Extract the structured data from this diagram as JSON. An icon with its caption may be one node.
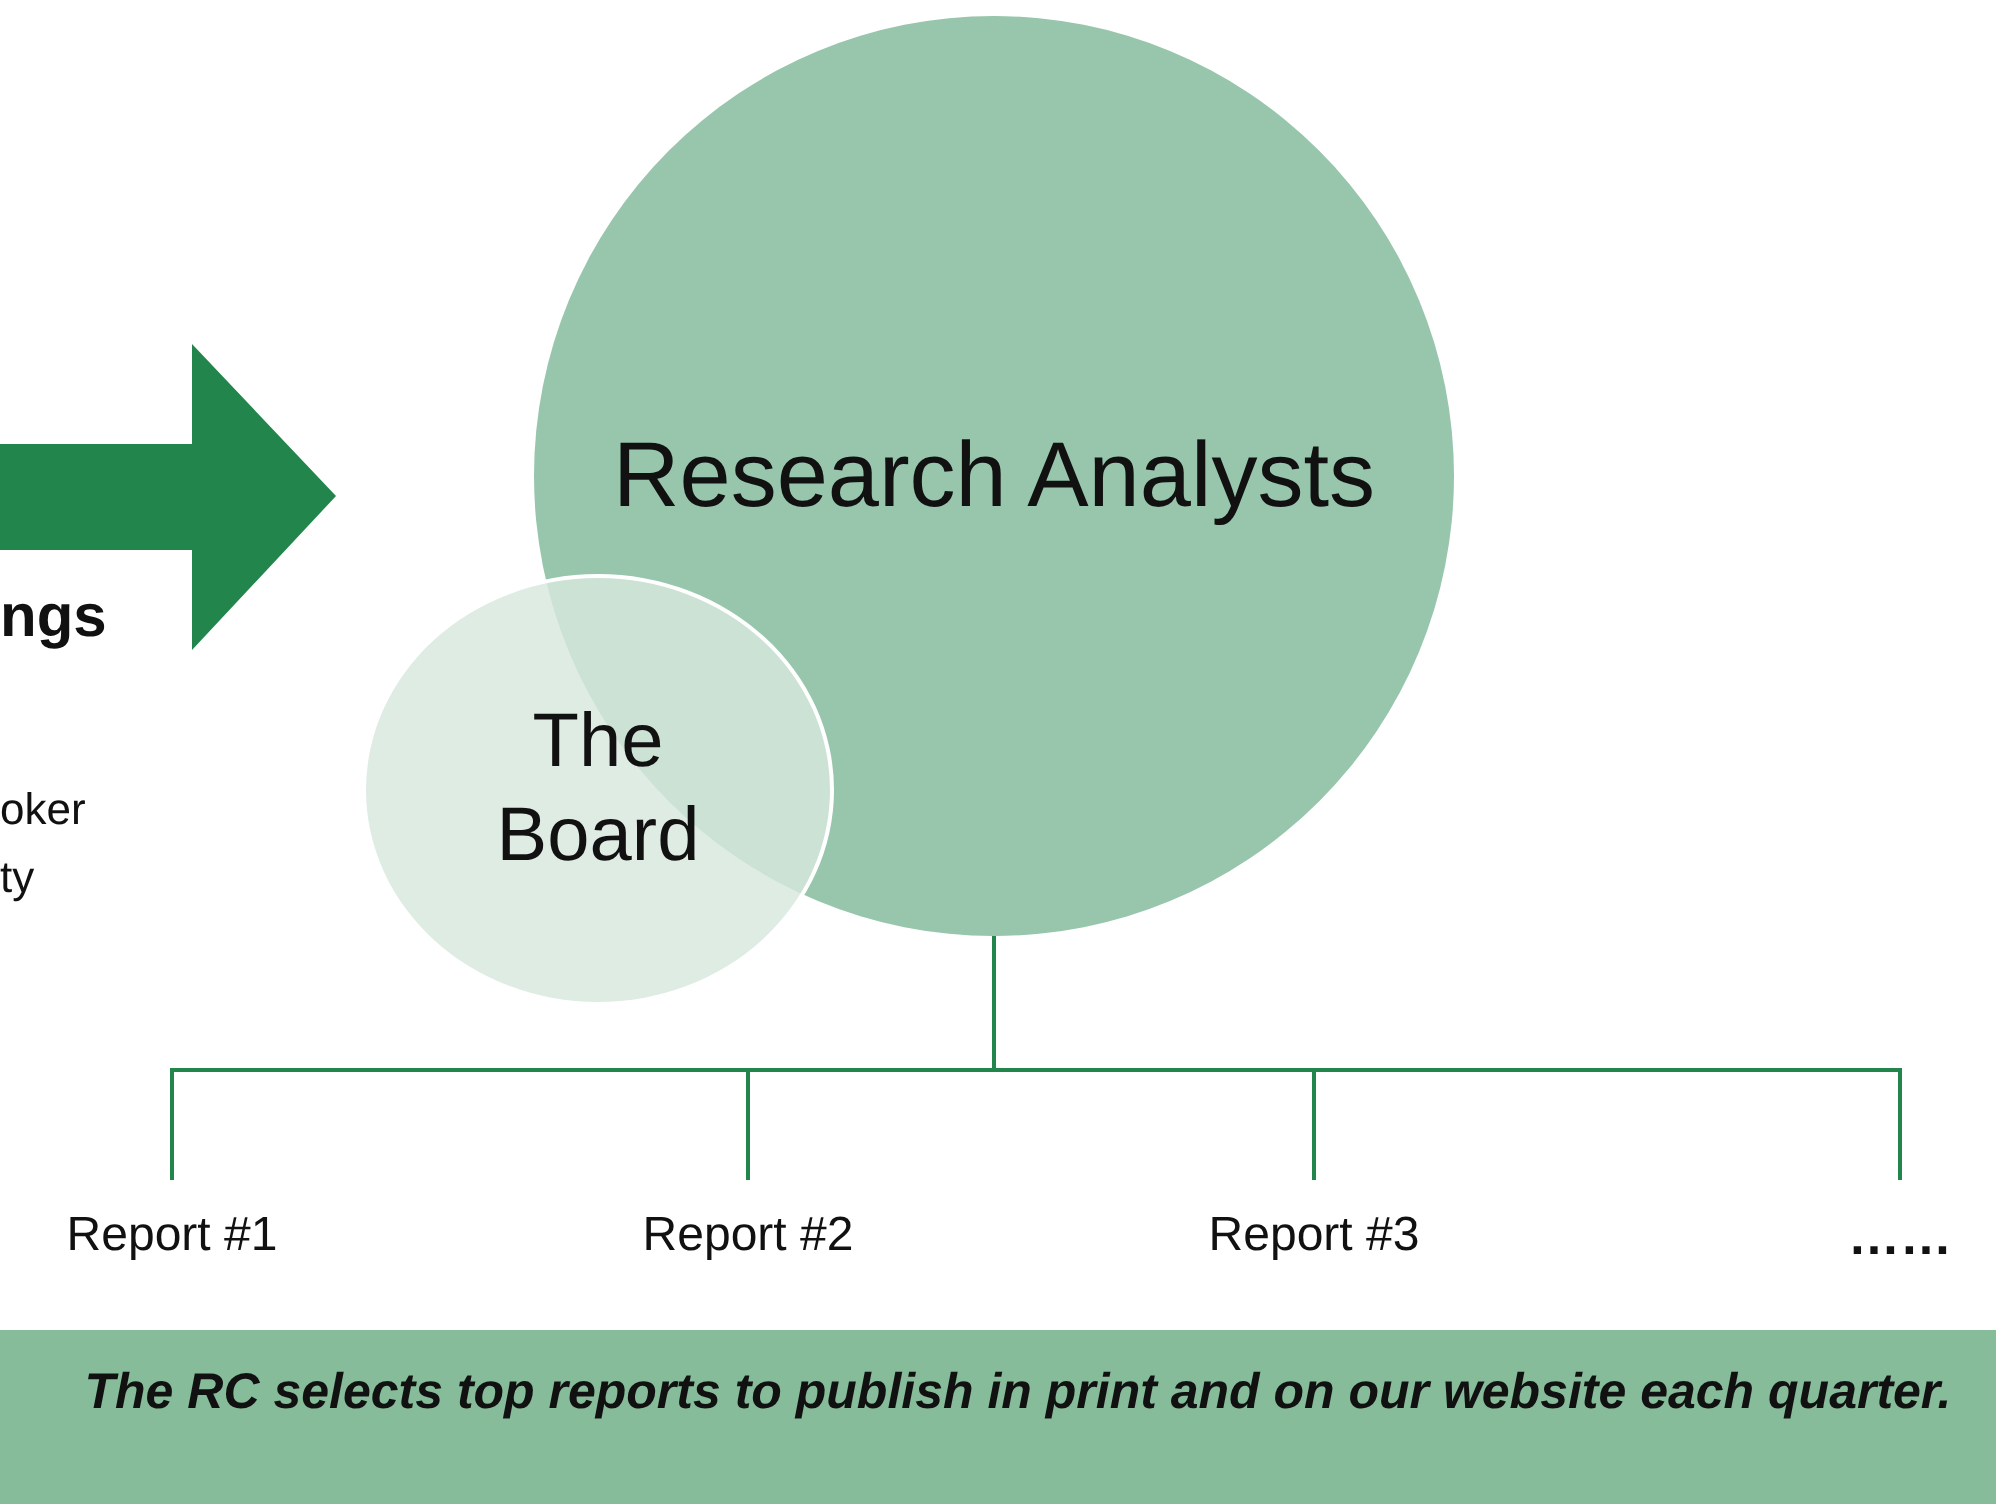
{
  "diagram": {
    "caption": "The RC selects top reports to publish in print and on our website each quarter.",
    "nodes": [
      {
        "text": [
          "Research Analysts"
        ]
      },
      {
        "text": [
          "The Board"
        ]
      },
      {
        "text": [
          "Report #1"
        ]
      },
      {
        "text": [
          "Report #2"
        ]
      },
      {
        "text": [
          "Report #3"
        ]
      },
      {
        "text": [
          "……"
        ]
      }
    ],
    "edges": [
      {
        "from": 0,
        "to": 2,
        "arrow": "none"
      },
      {
        "from": 0,
        "to": 3,
        "arrow": "none"
      },
      {
        "from": 0,
        "to": 4,
        "arrow": "none"
      },
      {
        "from": 0,
        "to": 5,
        "arrow": "none"
      }
    ],
    "labels": [
      "ngs",
      "oker",
      "ty"
    ]
  }
}
